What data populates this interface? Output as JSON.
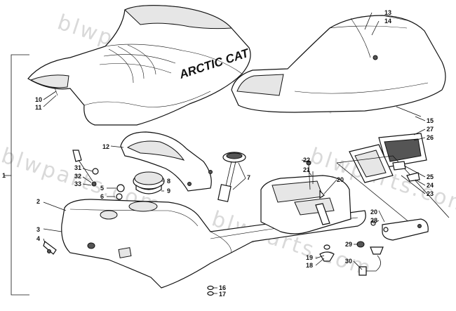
{
  "brand_text": "ARCTIC CAT",
  "watermark": "blwparts.com",
  "callouts": {
    "c1": "1",
    "c2": "2",
    "c3": "3",
    "c4": "4",
    "c5": "5",
    "c6": "6",
    "c7": "7",
    "c8": "8",
    "c9": "9",
    "c10": "10",
    "c11": "11",
    "c12": "12",
    "c13": "13",
    "c14": "14",
    "c15": "15",
    "c16": "16",
    "c17": "17",
    "c18": "18",
    "c19": "19",
    "c20": "20",
    "c20b": "20",
    "c21": "21",
    "c22": "22",
    "c23": "23",
    "c24": "24",
    "c25": "25",
    "c26": "26",
    "c27": "27",
    "c28": "28",
    "c29": "29",
    "c30": "30",
    "c31": "31",
    "c32": "32",
    "c33": "33"
  }
}
